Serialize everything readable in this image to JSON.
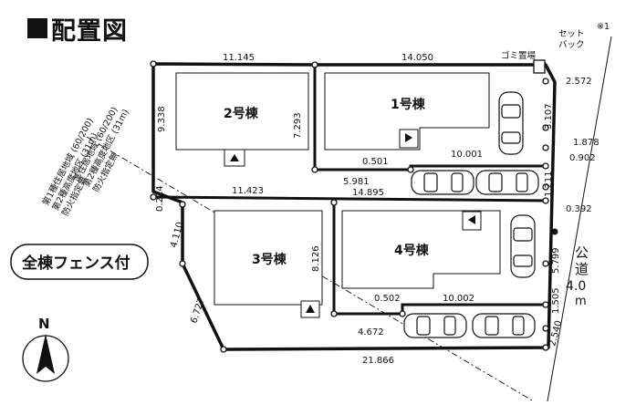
{
  "title": "配置図",
  "footnote_mark": "※1",
  "setback_label_1": "セット",
  "setback_label_2": "バック",
  "garbage_label": "ゴミ置場",
  "fence_label": "全棟フェンス付",
  "north_label": "N",
  "road_label": {
    "a": "公",
    "b": "道",
    "width": "4.0",
    "unit": "m"
  },
  "zoning_1": {
    "line1": "第1種住居地域 (60/200)",
    "line2": "第2種高度地区 (31m)",
    "line3": "防火指定無"
  },
  "zoning_2": {
    "line1": "準住居地域 (60/200)",
    "line2": "第2種高度地区 (31m)",
    "line3": "防火指定無"
  },
  "buildings": {
    "b2": "2号棟",
    "b1": "1号棟",
    "b3": "3号棟",
    "b4": "4号棟"
  },
  "dims": {
    "top_left": "11.145",
    "top_right": "14.050",
    "right_2572": "2.572",
    "right_3107": "3.107",
    "right_1878": "1.878",
    "right_0902": "0.902",
    "right_1211": "1.211",
    "right_0392": "0.392",
    "right_5799": "5.799",
    "right_1505": "1.505",
    "right_2540": "2.540",
    "left_9338": "9.338",
    "left_0224": "0.224",
    "left_4110": "4.110",
    "left_6727": "6.727",
    "mid_7293": "7.293",
    "mid_0501": "0.501",
    "mid_10001": "10.001",
    "mid_5981": "5.981",
    "mid_11423": "11.423",
    "mid_14895": "14.895",
    "mid_8126": "8.126",
    "mid_0502": "0.502",
    "mid_10002": "10.002",
    "mid_4672": "4.672",
    "bottom_21866": "21.866"
  }
}
